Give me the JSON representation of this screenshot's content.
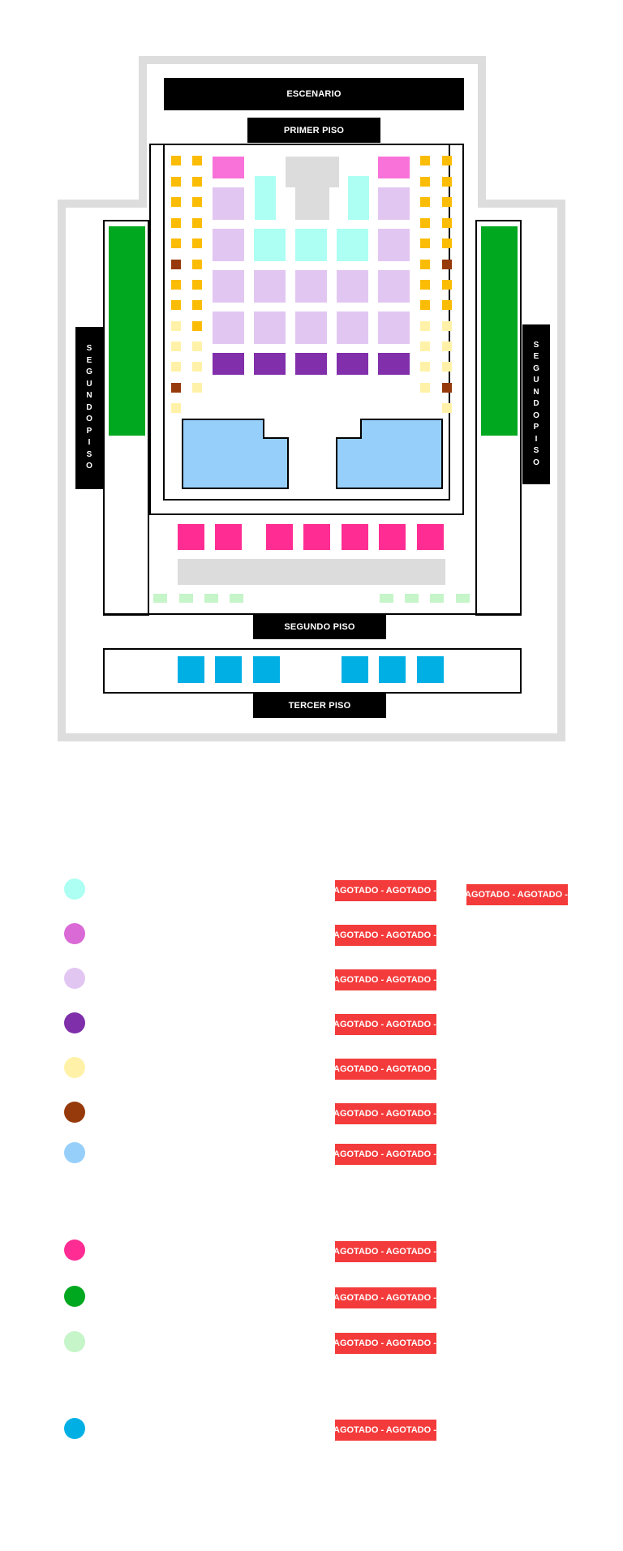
{
  "map": {
    "labels": {
      "escenario": "ESCENARIO",
      "primer_piso": "PRIMER PISO",
      "segundo_piso_left": "SEGUNDO PISO",
      "segundo_piso_right": "SEGUNDO PISO",
      "segundo_piso_bottom": "SEGUNDO PISO",
      "tercer_piso": "TERCER PISO"
    },
    "colors": {
      "outer_wall": "#dddddd",
      "gold": "#fbbc05",
      "pale_yellow": "#fff2a8",
      "brown": "#963a0b",
      "pink": "#f972d9",
      "lavender": "#e2c6f2",
      "cyan": "#acfff2",
      "purple": "#812fab",
      "light_blue": "#97cffb",
      "gray": "#dcdcdc",
      "hot_pink": "#ff2d93",
      "green": "#00a81f",
      "light_green": "#c5f5c8",
      "blue": "#00b0e5",
      "sold_out": "#f43b3b"
    }
  },
  "legend": {
    "items": [
      {
        "color": "#acfff2",
        "status": "AGOTADO - AGOTADO - AGOTADO"
      },
      {
        "color": "#d96ad6",
        "status": "AGOTADO - AGOTADO - AGOTADO"
      },
      {
        "color": "#e2c6f2",
        "status": "AGOTADO - AGOTADO - AGOTADO"
      },
      {
        "color": "#7e2fa9",
        "status": "AGOTADO - AGOTADO - AGOTADO"
      },
      {
        "color": "#fff2a8",
        "status": "AGOTADO - AGOTADO - AGOTADO"
      },
      {
        "color": "#963a0b",
        "status": "AGOTADO - AGOTADO - AGOTADO"
      },
      {
        "color": "#97cffb",
        "status": "AGOTADO - AGOTADO - AGOTADO"
      },
      {
        "color": "#ff2d93",
        "status": "AGOTADO - AGOTADO - AGOTADO"
      },
      {
        "color": "#00a81f",
        "status": "AGOTADO - AGOTADO - AGOTADO"
      },
      {
        "color": "#c5f5c8",
        "status": "AGOTADO - AGOTADO - AGOTADO"
      },
      {
        "color": "#00b0e5",
        "status": "AGOTADO - AGOTADO - AGOTADO"
      }
    ],
    "extra_badge": "AGOTADO - AGOTADO - AGOTADO"
  }
}
